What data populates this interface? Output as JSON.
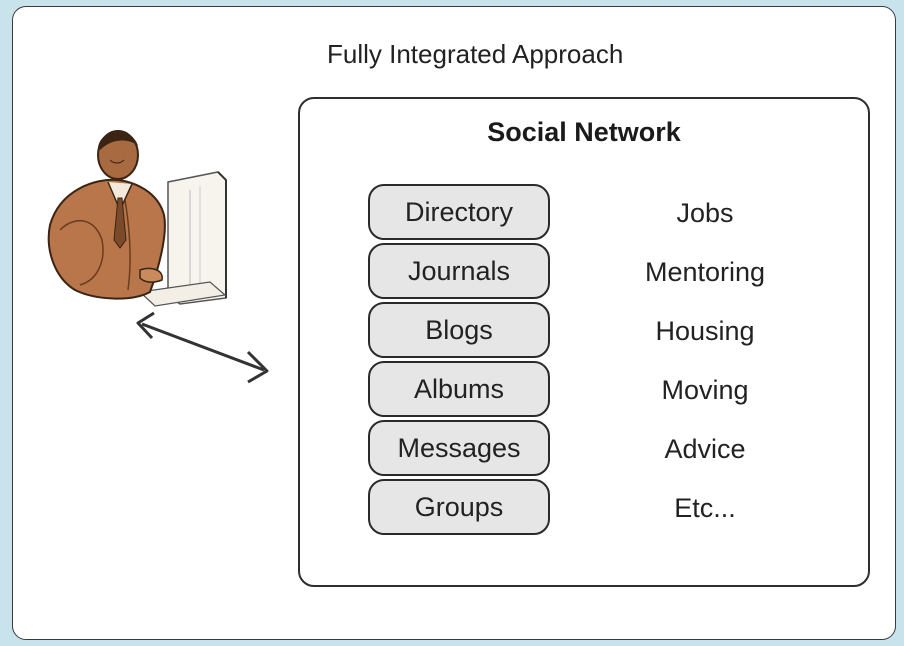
{
  "diagram": {
    "title": "Fully Integrated Approach",
    "inner_title": "Social Network",
    "features": [
      "Directory",
      "Journals",
      "Blogs",
      "Albums",
      "Messages",
      "Groups"
    ],
    "services": [
      "Jobs",
      "Mentoring",
      "Housing",
      "Moving",
      "Advice",
      "Etc..."
    ]
  },
  "colors": {
    "background": "#c9e3ec",
    "pill_fill": "#e6e6e6",
    "border": "#2a2a2a",
    "skin": "#b8764a"
  },
  "icons": {
    "user": "person-at-computer-icon",
    "connection": "double-arrow-icon"
  }
}
